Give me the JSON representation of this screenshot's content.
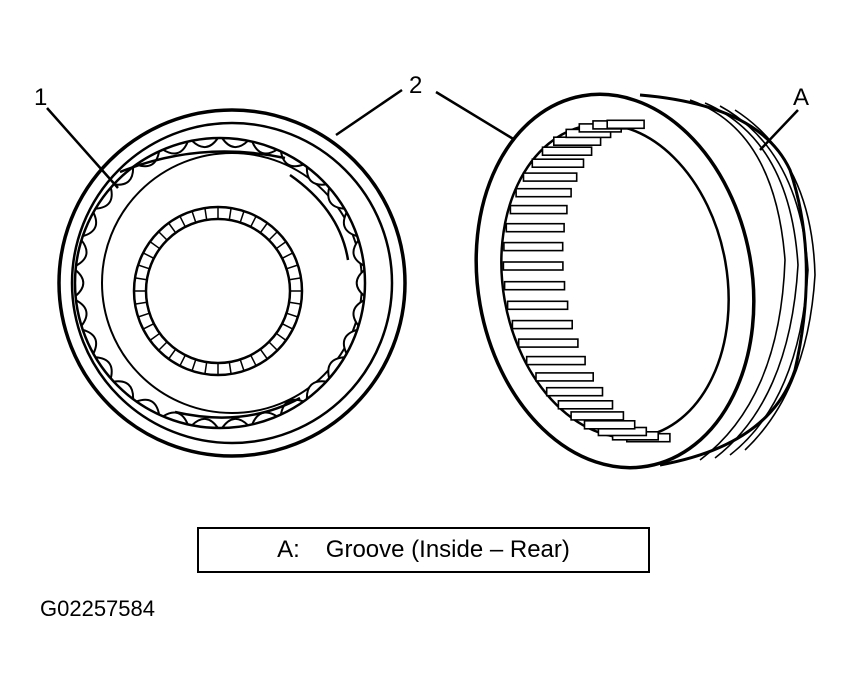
{
  "callouts": {
    "one": "1",
    "two": "2",
    "a": "A"
  },
  "legend": {
    "key": "A:",
    "text": "Groove (Inside – Rear)"
  },
  "figure_id": "G02257584"
}
